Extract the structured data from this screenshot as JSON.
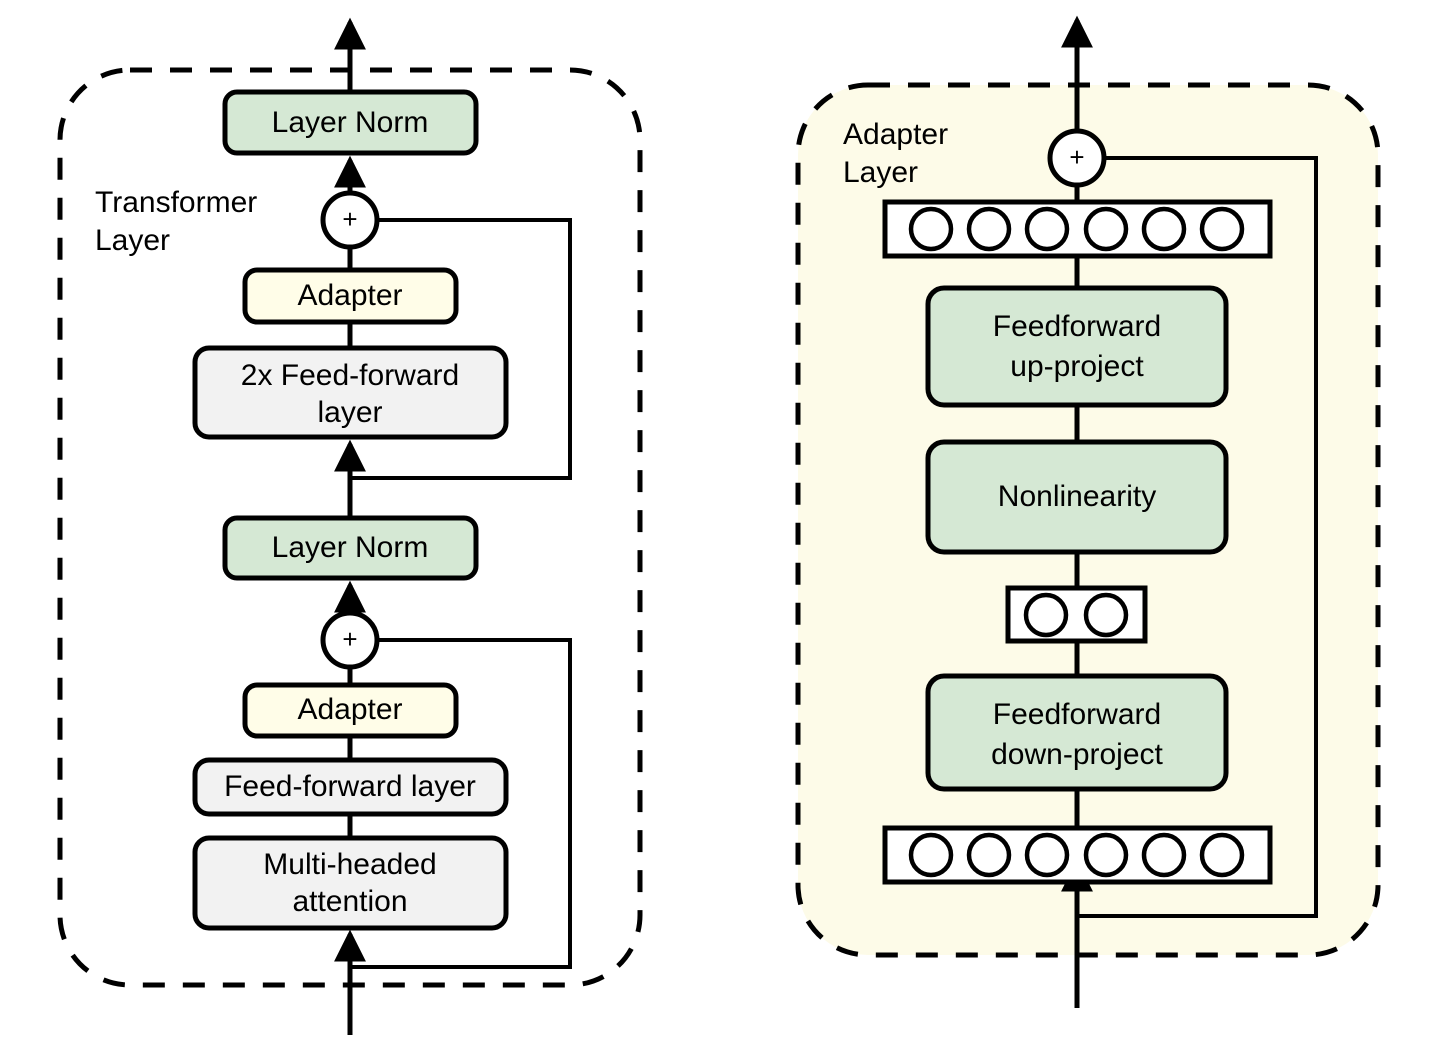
{
  "figure": {
    "title": "Adapter module in a Transformer layer",
    "background": "#ffffff"
  },
  "colors": {
    "green_fill": "#d5e8d4",
    "cream_fill": "#fffde8",
    "gray_fill": "#f2f2f2",
    "white_fill": "#ffffff",
    "panel_fill": "#fdfbe8",
    "stroke": "#000000"
  },
  "panels": [
    {
      "id": "transformer-layer",
      "label": "Transformer\nLayer",
      "label_line1": "Transformer",
      "label_line2": "Layer",
      "fill": "none",
      "blocks": [
        {
          "id": "layer-norm-top",
          "label": "Layer Norm",
          "style": "green"
        },
        {
          "id": "add-top",
          "label": "+",
          "style": "circle"
        },
        {
          "id": "adapter-top",
          "label": "Adapter",
          "style": "cream"
        },
        {
          "id": "feed-forward-2x",
          "label_line1": "2x Feed-forward",
          "label_line2": "layer",
          "style": "gray"
        },
        {
          "id": "layer-norm-mid",
          "label": "Layer Norm",
          "style": "green"
        },
        {
          "id": "add-bottom",
          "label": "+",
          "style": "circle"
        },
        {
          "id": "adapter-bottom",
          "label": "Adapter",
          "style": "cream"
        },
        {
          "id": "feed-forward-layer",
          "label": "Feed-forward layer",
          "style": "gray"
        },
        {
          "id": "multi-headed-attention",
          "label_line1": "Multi-headed",
          "label_line2": "attention",
          "style": "gray"
        }
      ]
    },
    {
      "id": "adapter-layer",
      "label": "Adapter\nLayer",
      "label_line1": "Adapter",
      "label_line2": "Layer",
      "fill": "#fdfbe8",
      "blocks": [
        {
          "id": "add-adapter",
          "label": "+",
          "style": "circle"
        },
        {
          "id": "neurons-output",
          "label": "",
          "style": "neuron-row",
          "count": 6
        },
        {
          "id": "feedforward-up-project",
          "label_line1": "Feedforward",
          "label_line2": "up-project",
          "style": "green"
        },
        {
          "id": "nonlinearity",
          "label": "Nonlinearity",
          "style": "green"
        },
        {
          "id": "neurons-bottleneck",
          "label": "",
          "style": "neuron-row",
          "count": 2
        },
        {
          "id": "feedforward-down-project",
          "label_line1": "Feedforward",
          "label_line2": "down-project",
          "style": "green"
        },
        {
          "id": "neurons-input",
          "label": "",
          "style": "neuron-row",
          "count": 6
        }
      ]
    }
  ],
  "text": {
    "layer_norm": "Layer Norm",
    "adapter": "Adapter",
    "feed_forward_2x_l1": "2x Feed-forward",
    "feed_forward_2x_l2": "layer",
    "feed_forward_layer": "Feed-forward layer",
    "multi_headed_l1": "Multi-headed",
    "multi_headed_l2": "attention",
    "transformer_l1": "Transformer",
    "transformer_l2": "Layer",
    "adapter_layer_l1": "Adapter",
    "adapter_layer_l2": "Layer",
    "feedforward_up_l1": "Feedforward",
    "feedforward_up_l2": "up-project",
    "nonlinearity": "Nonlinearity",
    "feedforward_down_l1": "Feedforward",
    "feedforward_down_l2": "down-project",
    "plus": "+"
  }
}
